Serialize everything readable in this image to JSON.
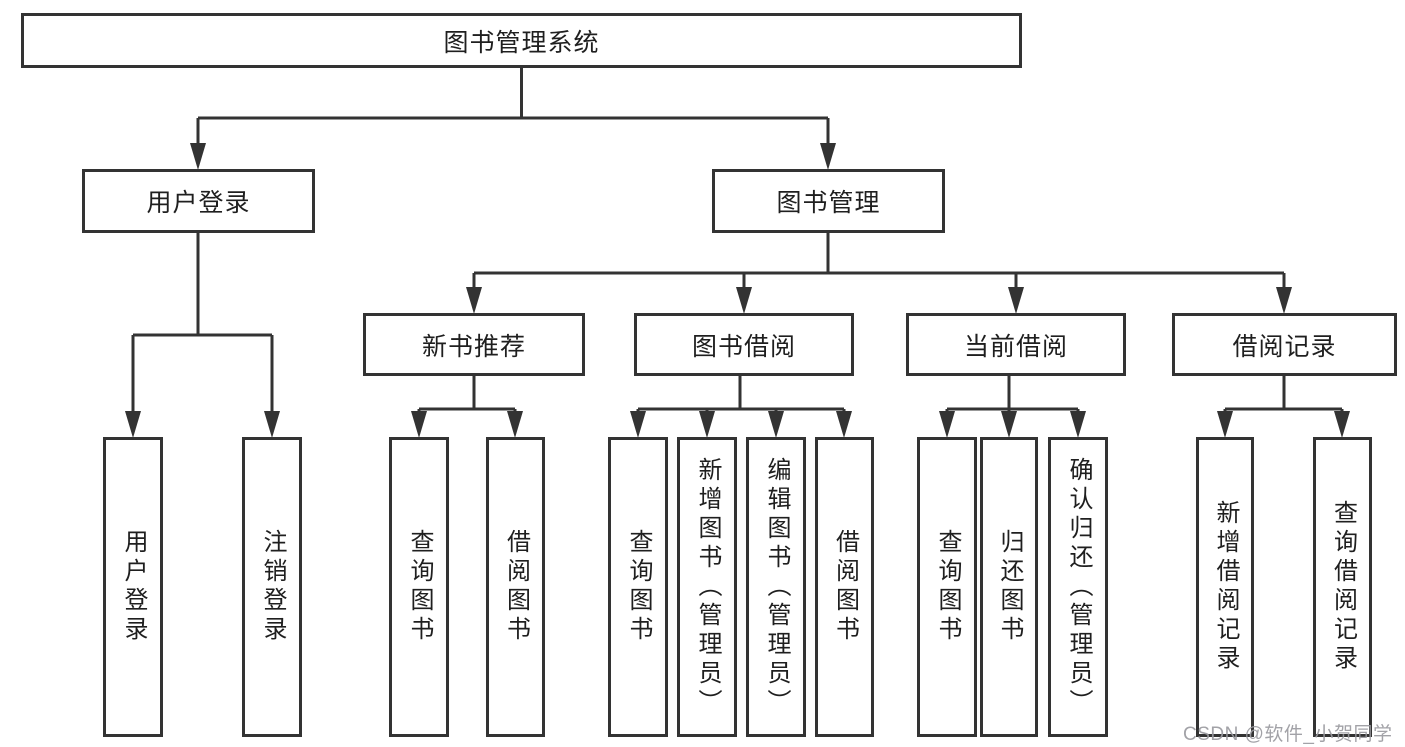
{
  "diagram": {
    "tree": {
      "label": "图书管理系统",
      "children": [
        {
          "label": "用户登录",
          "children": [
            {
              "label": "用户登录"
            },
            {
              "label": "注销登录"
            }
          ]
        },
        {
          "label": "图书管理",
          "children": [
            {
              "label": "新书推荐",
              "children": [
                {
                  "label": "查询图书"
                },
                {
                  "label": "借阅图书"
                }
              ]
            },
            {
              "label": "图书借阅",
              "children": [
                {
                  "label": "查询图书"
                },
                {
                  "label": "新增图书（管理员）"
                },
                {
                  "label": "编辑图书（管理员）"
                },
                {
                  "label": "借阅图书"
                }
              ]
            },
            {
              "label": "当前借阅",
              "children": [
                {
                  "label": "查询图书"
                },
                {
                  "label": "归还图书"
                },
                {
                  "label": "确认归还（管理员）"
                }
              ]
            },
            {
              "label": "借阅记录",
              "children": [
                {
                  "label": "新增借阅记录"
                },
                {
                  "label": "查询借阅记录"
                }
              ]
            }
          ]
        }
      ]
    },
    "colors": {
      "line": "#333333",
      "text": "#1f1f1f",
      "background": "#ffffff",
      "watermark": "#9a9a9f"
    },
    "watermark": {
      "text": "CSDN @软件_小贺同学"
    }
  }
}
